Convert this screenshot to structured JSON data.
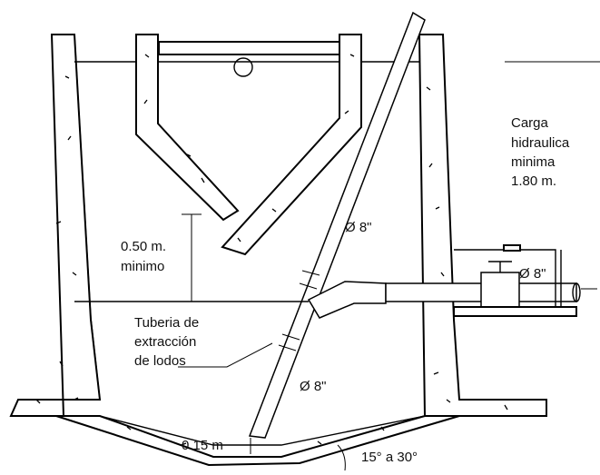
{
  "labels": {
    "carga_line1": "Carga",
    "carga_line2": "hidraulica",
    "carga_line3": "minima",
    "carga_line4": "1.80 m.",
    "baffle_gap_line1": "0.50 m.",
    "baffle_gap_line2": "minimo",
    "pipe_diameter_upper": "Ø 8\"",
    "pipe_diameter_outlet": "Ø 8\"",
    "pipe_diameter_lower": "Ø 8\"",
    "tuberia_line1": "Tuberia de",
    "tuberia_line2": "extracción",
    "tuberia_line3": "de lodos",
    "bottom_gap": "0.15 m",
    "slope_angle": "15° a 30°"
  },
  "colors": {
    "line": "#000000",
    "background": "#ffffff"
  }
}
